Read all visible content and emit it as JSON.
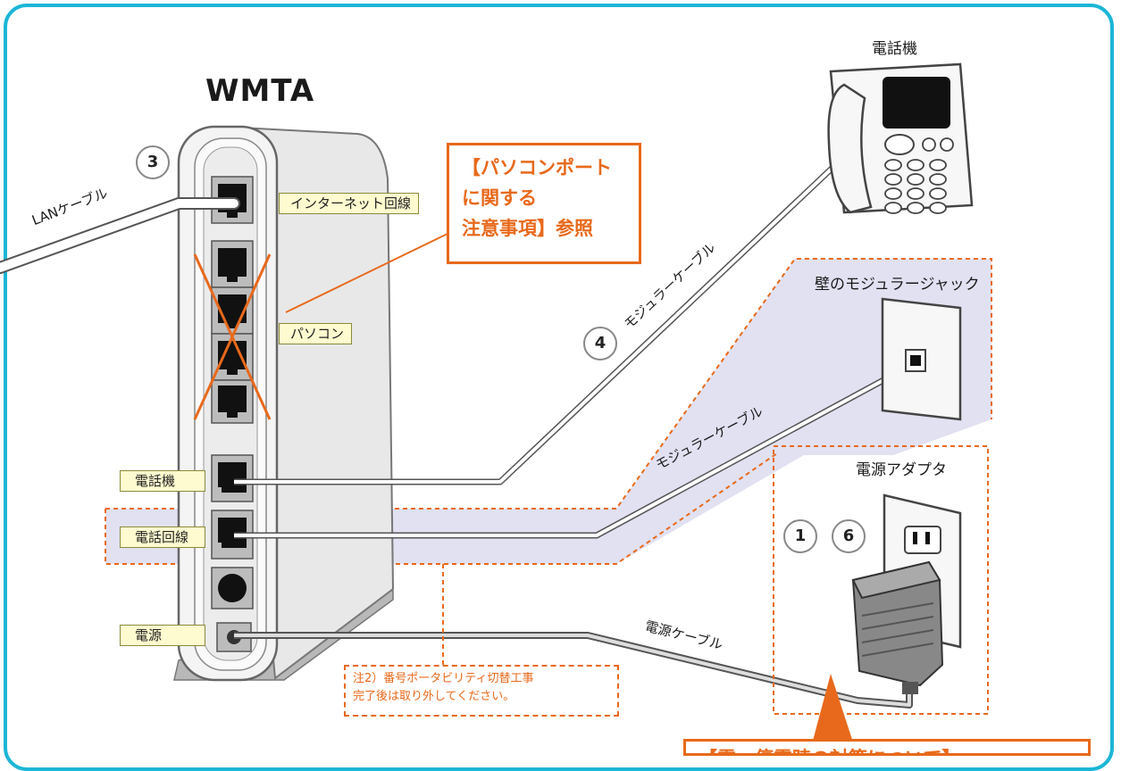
{
  "title": "WMTA",
  "labels": {
    "phone": "電話機",
    "wall_jack": "壁のモジュラージャック",
    "power_adapter": "電源アダプタ",
    "lan_cable": "LANケーブル",
    "modular_cable_1": "モジュラーケーブル",
    "modular_cable_2": "モジュラーケーブル",
    "power_cable": "電源ケーブル"
  },
  "port_tags": {
    "internet": "インターネット回線",
    "pc": "パソコン",
    "phone": "電話機",
    "line": "電話回線",
    "power": "電源"
  },
  "steps": {
    "lan": "3",
    "phone": "4",
    "power_a": "1",
    "power_b": "6"
  },
  "notes": {
    "pc_port_line1": "【パソコンポート",
    "pc_port_line2": "に関する",
    "pc_port_line3": "注意事項】参照",
    "portability_line1": "注2）番号ポータビリティ切替工事",
    "portability_line2": "完了後は取り外してください。",
    "lightning": "【雷・停電時の対策について】"
  },
  "colors": {
    "frame": "#1cb6d6",
    "accent": "#e8691b",
    "highlight": "#dcdcf0",
    "tag_fill": "#fffbd0"
  }
}
